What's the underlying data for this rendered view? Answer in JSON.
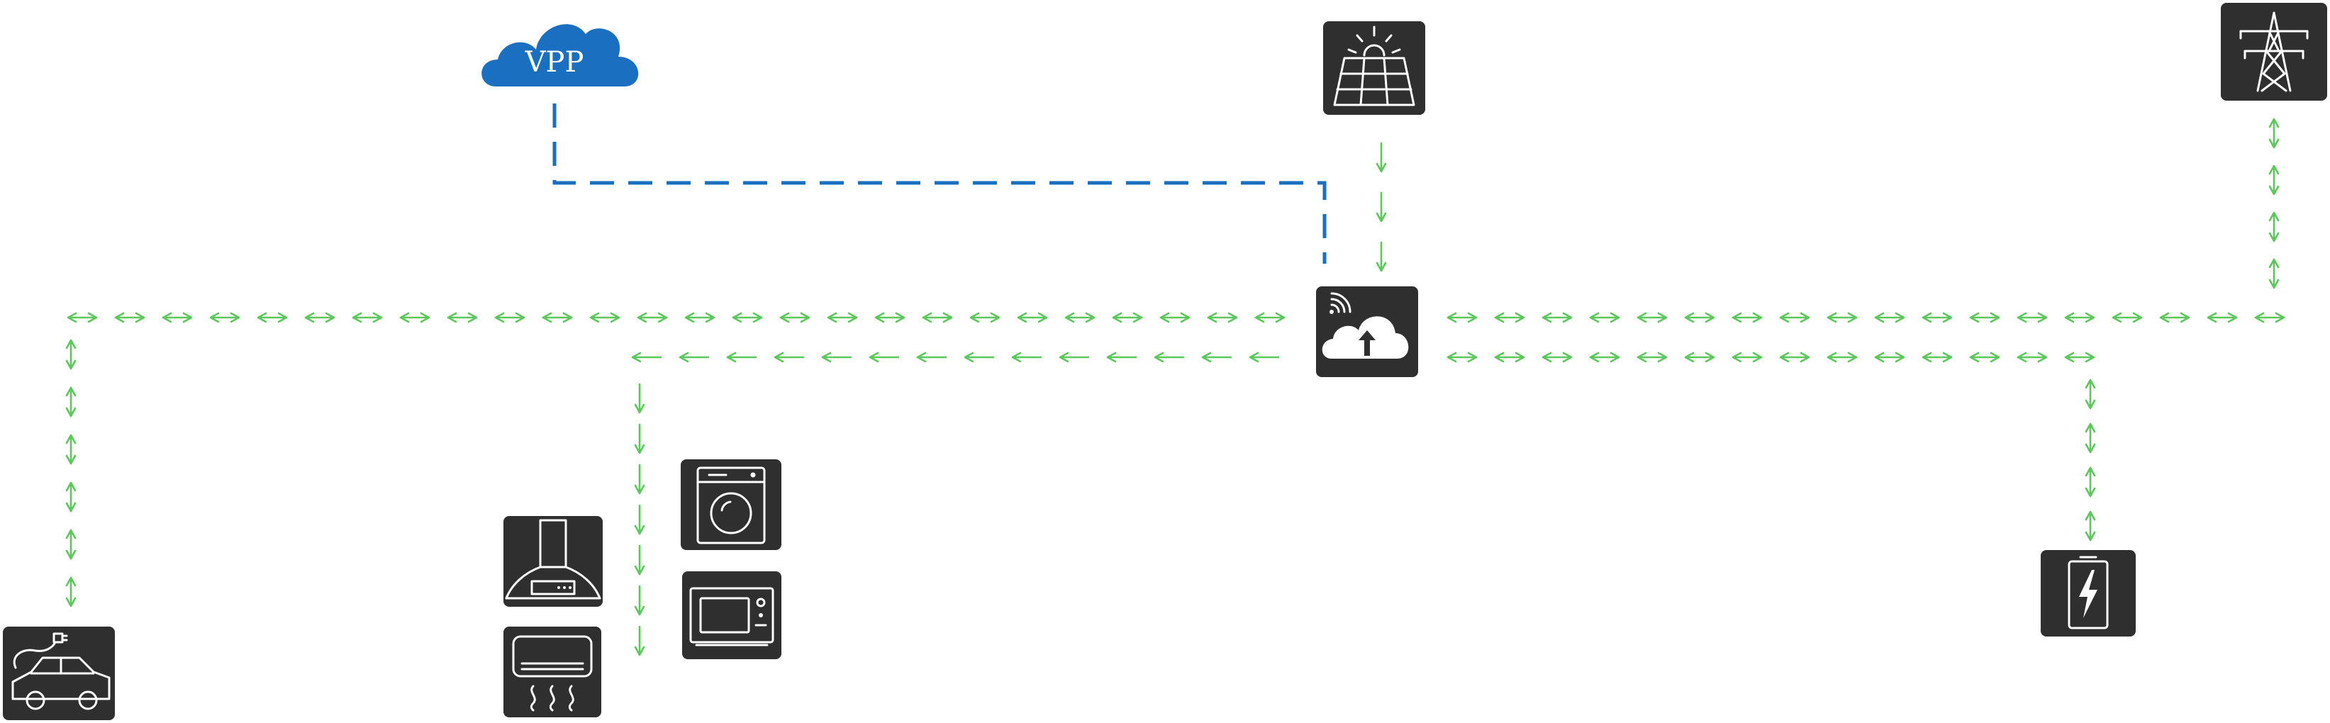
{
  "diagram": {
    "vpp_label": "VPP",
    "nodes": [
      {
        "id": "vpp",
        "icon": "cloud-icon"
      },
      {
        "id": "solar",
        "icon": "solar-panel-icon"
      },
      {
        "id": "grid",
        "icon": "transmission-tower-icon"
      },
      {
        "id": "gateway",
        "icon": "cloud-upload-icon"
      },
      {
        "id": "ev",
        "icon": "electric-car-icon"
      },
      {
        "id": "range-hood",
        "icon": "range-hood-icon"
      },
      {
        "id": "air-conditioner",
        "icon": "air-conditioner-icon"
      },
      {
        "id": "washing-machine",
        "icon": "washing-machine-icon"
      },
      {
        "id": "microwave",
        "icon": "microwave-icon"
      },
      {
        "id": "battery",
        "icon": "battery-charging-icon"
      }
    ],
    "colors": {
      "flow_arrows": "#5cc85c",
      "vpp_link": "#1a6fc0",
      "vpp_cloud": "#1a6fc0",
      "tiles": "#2f2f2f"
    }
  }
}
